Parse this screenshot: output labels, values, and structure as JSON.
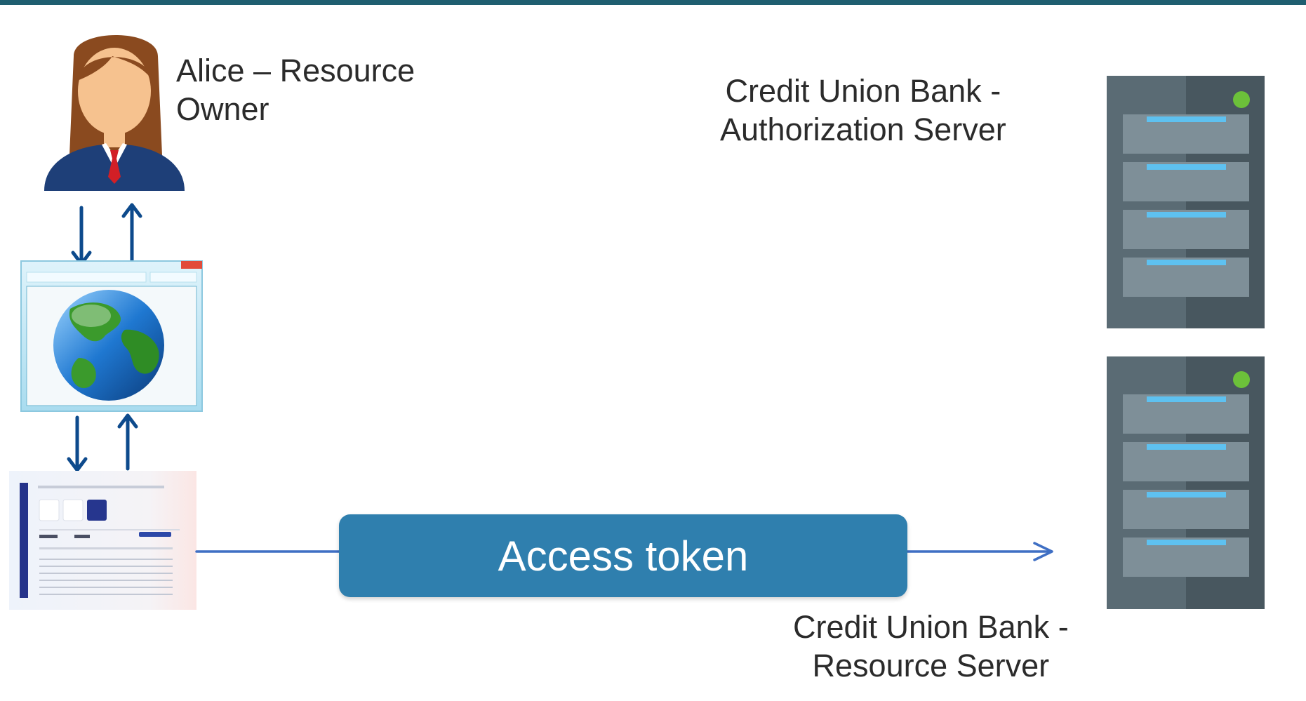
{
  "resource_owner": {
    "line1": "Alice – Resource",
    "line2": "Owner"
  },
  "authorization_server": {
    "line1": "Credit Union  Bank -",
    "line2": "Authorization Server"
  },
  "resource_server": {
    "line1": "Credit Union  Bank -",
    "line2": "Resource Server"
  },
  "token_label": "Access token",
  "colors": {
    "topbar": "#1f5e70",
    "arrow_dark": "#0d4a8c",
    "arrow_flow": "#3f6fc4",
    "token_box": "#2f7fae",
    "server_body": "#5a6b74",
    "server_led": "#6cc13a",
    "server_stripe": "#5ec1f0"
  },
  "icons": [
    "person-icon",
    "browser-globe-icon",
    "client-app-screenshot",
    "server-icon"
  ]
}
